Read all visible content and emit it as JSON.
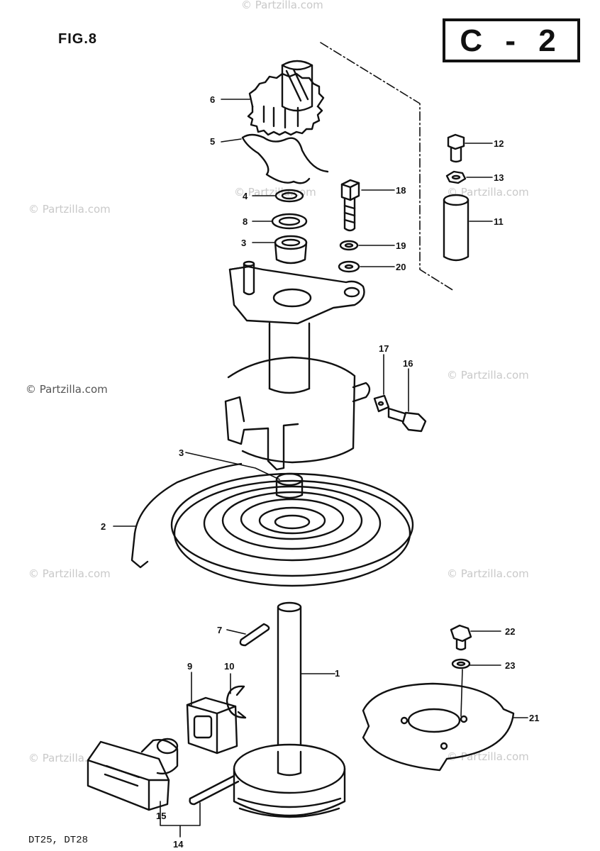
{
  "figure": {
    "label": "FIG.8",
    "section_code": "C - 2",
    "models": "DT25, DT28"
  },
  "watermark": "© Partzilla.com",
  "callouts": [
    "1",
    "2",
    "3",
    "3",
    "4",
    "5",
    "6",
    "7",
    "8",
    "9",
    "10",
    "11",
    "12",
    "13",
    "14",
    "15",
    "16",
    "17",
    "18",
    "19",
    "20",
    "21",
    "22",
    "23"
  ],
  "colors": {
    "line": "#111111",
    "watermark": "#c9c9c9",
    "background": "#ffffff"
  }
}
